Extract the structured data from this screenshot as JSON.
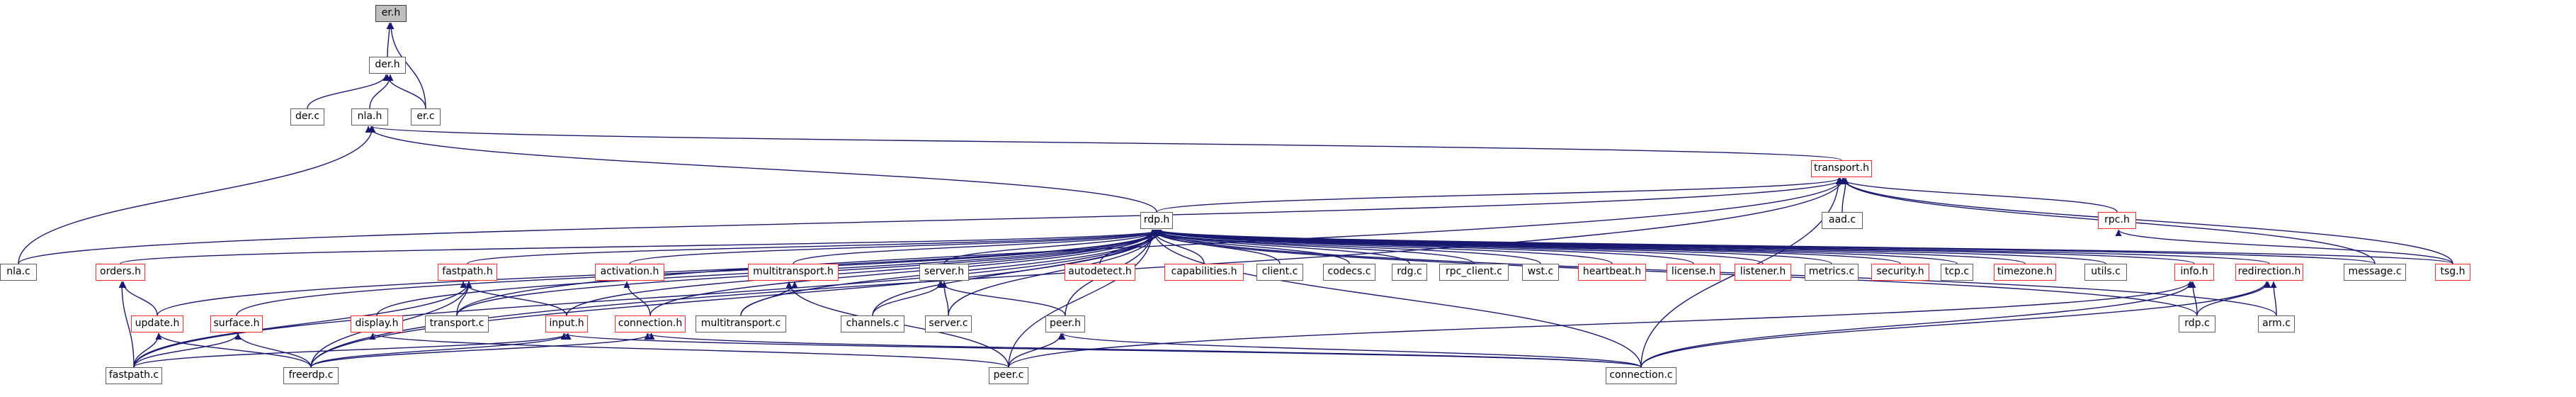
{
  "diagram": {
    "nodes": [
      {
        "id": "er_h",
        "label": "er.h",
        "style": "gray"
      },
      {
        "id": "der_h",
        "label": "der.h",
        "style": "black"
      },
      {
        "id": "nla_h",
        "label": "nla.h",
        "style": "black"
      },
      {
        "id": "der_c",
        "label": "der.c",
        "style": "black"
      },
      {
        "id": "er_c",
        "label": "er.c",
        "style": "black"
      },
      {
        "id": "transport_h",
        "label": "transport.h",
        "style": "red"
      },
      {
        "id": "aad_c",
        "label": "aad.c",
        "style": "black"
      },
      {
        "id": "rpc_h",
        "label": "rpc.h",
        "style": "red"
      },
      {
        "id": "nla_c",
        "label": "nla.c",
        "style": "black"
      },
      {
        "id": "rdp_h",
        "label": "rdp.h",
        "style": "black"
      },
      {
        "id": "orders_h",
        "label": "orders.h",
        "style": "red"
      },
      {
        "id": "fastpath_h",
        "label": "fastpath.h",
        "style": "red"
      },
      {
        "id": "activation_h",
        "label": "activation.h",
        "style": "red"
      },
      {
        "id": "multitransport_h",
        "label": "multitransport.h",
        "style": "red"
      },
      {
        "id": "server_h",
        "label": "server.h",
        "style": "black"
      },
      {
        "id": "autodetect_h",
        "label": "autodetect.h",
        "style": "red"
      },
      {
        "id": "capabilities_h",
        "label": "capabilities.h",
        "style": "red"
      },
      {
        "id": "client_c",
        "label": "client.c",
        "style": "black"
      },
      {
        "id": "codecs_c",
        "label": "codecs.c",
        "style": "black"
      },
      {
        "id": "rdg_c",
        "label": "rdg.c",
        "style": "black"
      },
      {
        "id": "rpc_client_c",
        "label": "rpc_client.c",
        "style": "black"
      },
      {
        "id": "wst_c",
        "label": "wst.c",
        "style": "black"
      },
      {
        "id": "heartbeat_h",
        "label": "heartbeat.h",
        "style": "red"
      },
      {
        "id": "license_h",
        "label": "license.h",
        "style": "red"
      },
      {
        "id": "listener_h",
        "label": "listener.h",
        "style": "red"
      },
      {
        "id": "metrics_c",
        "label": "metrics.c",
        "style": "black"
      },
      {
        "id": "security_h",
        "label": "security.h",
        "style": "red"
      },
      {
        "id": "tcp_c",
        "label": "tcp.c",
        "style": "black"
      },
      {
        "id": "timezone_h",
        "label": "timezone.h",
        "style": "red"
      },
      {
        "id": "utils_c",
        "label": "utils.c",
        "style": "black"
      },
      {
        "id": "info_h",
        "label": "info.h",
        "style": "red"
      },
      {
        "id": "redirection_h",
        "label": "redirection.h",
        "style": "red"
      },
      {
        "id": "message_c",
        "label": "message.c",
        "style": "black"
      },
      {
        "id": "tsg_h",
        "label": "tsg.h",
        "style": "red"
      },
      {
        "id": "update_h",
        "label": "update.h",
        "style": "red"
      },
      {
        "id": "surface_h",
        "label": "surface.h",
        "style": "red"
      },
      {
        "id": "display_h",
        "label": "display.h",
        "style": "red"
      },
      {
        "id": "transport_c",
        "label": "transport.c",
        "style": "black"
      },
      {
        "id": "input_h",
        "label": "input.h",
        "style": "red"
      },
      {
        "id": "connection_h",
        "label": "connection.h",
        "style": "red"
      },
      {
        "id": "multitransport_c",
        "label": "multitransport.c",
        "style": "black"
      },
      {
        "id": "channels_c",
        "label": "channels.c",
        "style": "black"
      },
      {
        "id": "server_c",
        "label": "server.c",
        "style": "black"
      },
      {
        "id": "peer_h",
        "label": "peer.h",
        "style": "black"
      },
      {
        "id": "rdp_c",
        "label": "rdp.c",
        "style": "black"
      },
      {
        "id": "arm_c",
        "label": "arm.c",
        "style": "black"
      },
      {
        "id": "fastpath_c",
        "label": "fastpath.c",
        "style": "black"
      },
      {
        "id": "freerdp_c",
        "label": "freerdp.c",
        "style": "black"
      },
      {
        "id": "peer_c",
        "label": "peer.c",
        "style": "black"
      },
      {
        "id": "connection_c",
        "label": "connection.c",
        "style": "black"
      }
    ],
    "edges": [
      [
        "er_h",
        "der_h"
      ],
      [
        "er_h",
        "er_c"
      ],
      [
        "der_h",
        "der_c"
      ],
      [
        "der_h",
        "nla_h"
      ],
      [
        "der_h",
        "er_c"
      ],
      [
        "nla_h",
        "nla_c"
      ],
      [
        "nla_h",
        "transport_h"
      ],
      [
        "nla_h",
        "rdp_h"
      ],
      [
        "transport_h",
        "aad_c"
      ],
      [
        "transport_h",
        "rpc_h"
      ],
      [
        "transport_h",
        "message_c"
      ],
      [
        "transport_h",
        "tsg_h"
      ],
      [
        "transport_h",
        "rdp_h"
      ],
      [
        "transport_h",
        "nla_c"
      ],
      [
        "transport_h",
        "transport_c"
      ],
      [
        "transport_h",
        "freerdp_c"
      ],
      [
        "transport_h",
        "connection_c"
      ],
      [
        "rpc_h",
        "tsg_h"
      ],
      [
        "rdp_h",
        "orders_h"
      ],
      [
        "rdp_h",
        "fastpath_h"
      ],
      [
        "rdp_h",
        "activation_h"
      ],
      [
        "rdp_h",
        "multitransport_h"
      ],
      [
        "rdp_h",
        "server_h"
      ],
      [
        "rdp_h",
        "autodetect_h"
      ],
      [
        "rdp_h",
        "capabilities_h"
      ],
      [
        "rdp_h",
        "client_c"
      ],
      [
        "rdp_h",
        "codecs_c"
      ],
      [
        "rdp_h",
        "rdg_c"
      ],
      [
        "rdp_h",
        "rpc_client_c"
      ],
      [
        "rdp_h",
        "wst_c"
      ],
      [
        "rdp_h",
        "heartbeat_h"
      ],
      [
        "rdp_h",
        "license_h"
      ],
      [
        "rdp_h",
        "listener_h"
      ],
      [
        "rdp_h",
        "metrics_c"
      ],
      [
        "rdp_h",
        "security_h"
      ],
      [
        "rdp_h",
        "tcp_c"
      ],
      [
        "rdp_h",
        "timezone_h"
      ],
      [
        "rdp_h",
        "utils_c"
      ],
      [
        "rdp_h",
        "info_h"
      ],
      [
        "rdp_h",
        "redirection_h"
      ],
      [
        "rdp_h",
        "message_c"
      ],
      [
        "rdp_h",
        "tsg_h"
      ],
      [
        "rdp_h",
        "update_h"
      ],
      [
        "rdp_h",
        "surface_h"
      ],
      [
        "rdp_h",
        "display_h"
      ],
      [
        "rdp_h",
        "transport_c"
      ],
      [
        "rdp_h",
        "input_h"
      ],
      [
        "rdp_h",
        "connection_h"
      ],
      [
        "rdp_h",
        "multitransport_c"
      ],
      [
        "rdp_h",
        "channels_c"
      ],
      [
        "rdp_h",
        "server_c"
      ],
      [
        "rdp_h",
        "peer_h"
      ],
      [
        "rdp_h",
        "rdp_c"
      ],
      [
        "rdp_h",
        "arm_c"
      ],
      [
        "rdp_h",
        "fastpath_c"
      ],
      [
        "rdp_h",
        "freerdp_c"
      ],
      [
        "rdp_h",
        "peer_c"
      ],
      [
        "rdp_h",
        "connection_c"
      ],
      [
        "orders_h",
        "update_h"
      ],
      [
        "orders_h",
        "fastpath_c"
      ],
      [
        "fastpath_h",
        "transport_c"
      ],
      [
        "fastpath_h",
        "input_h"
      ],
      [
        "fastpath_h",
        "fastpath_c"
      ],
      [
        "fastpath_h",
        "freerdp_c"
      ],
      [
        "activation_h",
        "connection_h"
      ],
      [
        "multitransport_h",
        "multitransport_c"
      ],
      [
        "multitransport_h",
        "peer_c"
      ],
      [
        "server_h",
        "channels_c"
      ],
      [
        "server_h",
        "server_c"
      ],
      [
        "server_h",
        "peer_h"
      ],
      [
        "info_h",
        "rdp_c"
      ],
      [
        "info_h",
        "peer_c"
      ],
      [
        "info_h",
        "connection_c"
      ],
      [
        "redirection_h",
        "rdp_c"
      ],
      [
        "redirection_h",
        "arm_c"
      ],
      [
        "redirection_h",
        "connection_c"
      ],
      [
        "update_h",
        "fastpath_c"
      ],
      [
        "update_h",
        "freerdp_c"
      ],
      [
        "surface_h",
        "fastpath_c"
      ],
      [
        "surface_h",
        "freerdp_c"
      ],
      [
        "display_h",
        "peer_c"
      ],
      [
        "input_h",
        "fastpath_c"
      ],
      [
        "input_h",
        "freerdp_c"
      ],
      [
        "input_h",
        "connection_c"
      ],
      [
        "connection_h",
        "freerdp_c"
      ],
      [
        "connection_h",
        "connection_c"
      ],
      [
        "peer_h",
        "peer_c"
      ],
      [
        "peer_h",
        "connection_c"
      ]
    ]
  }
}
